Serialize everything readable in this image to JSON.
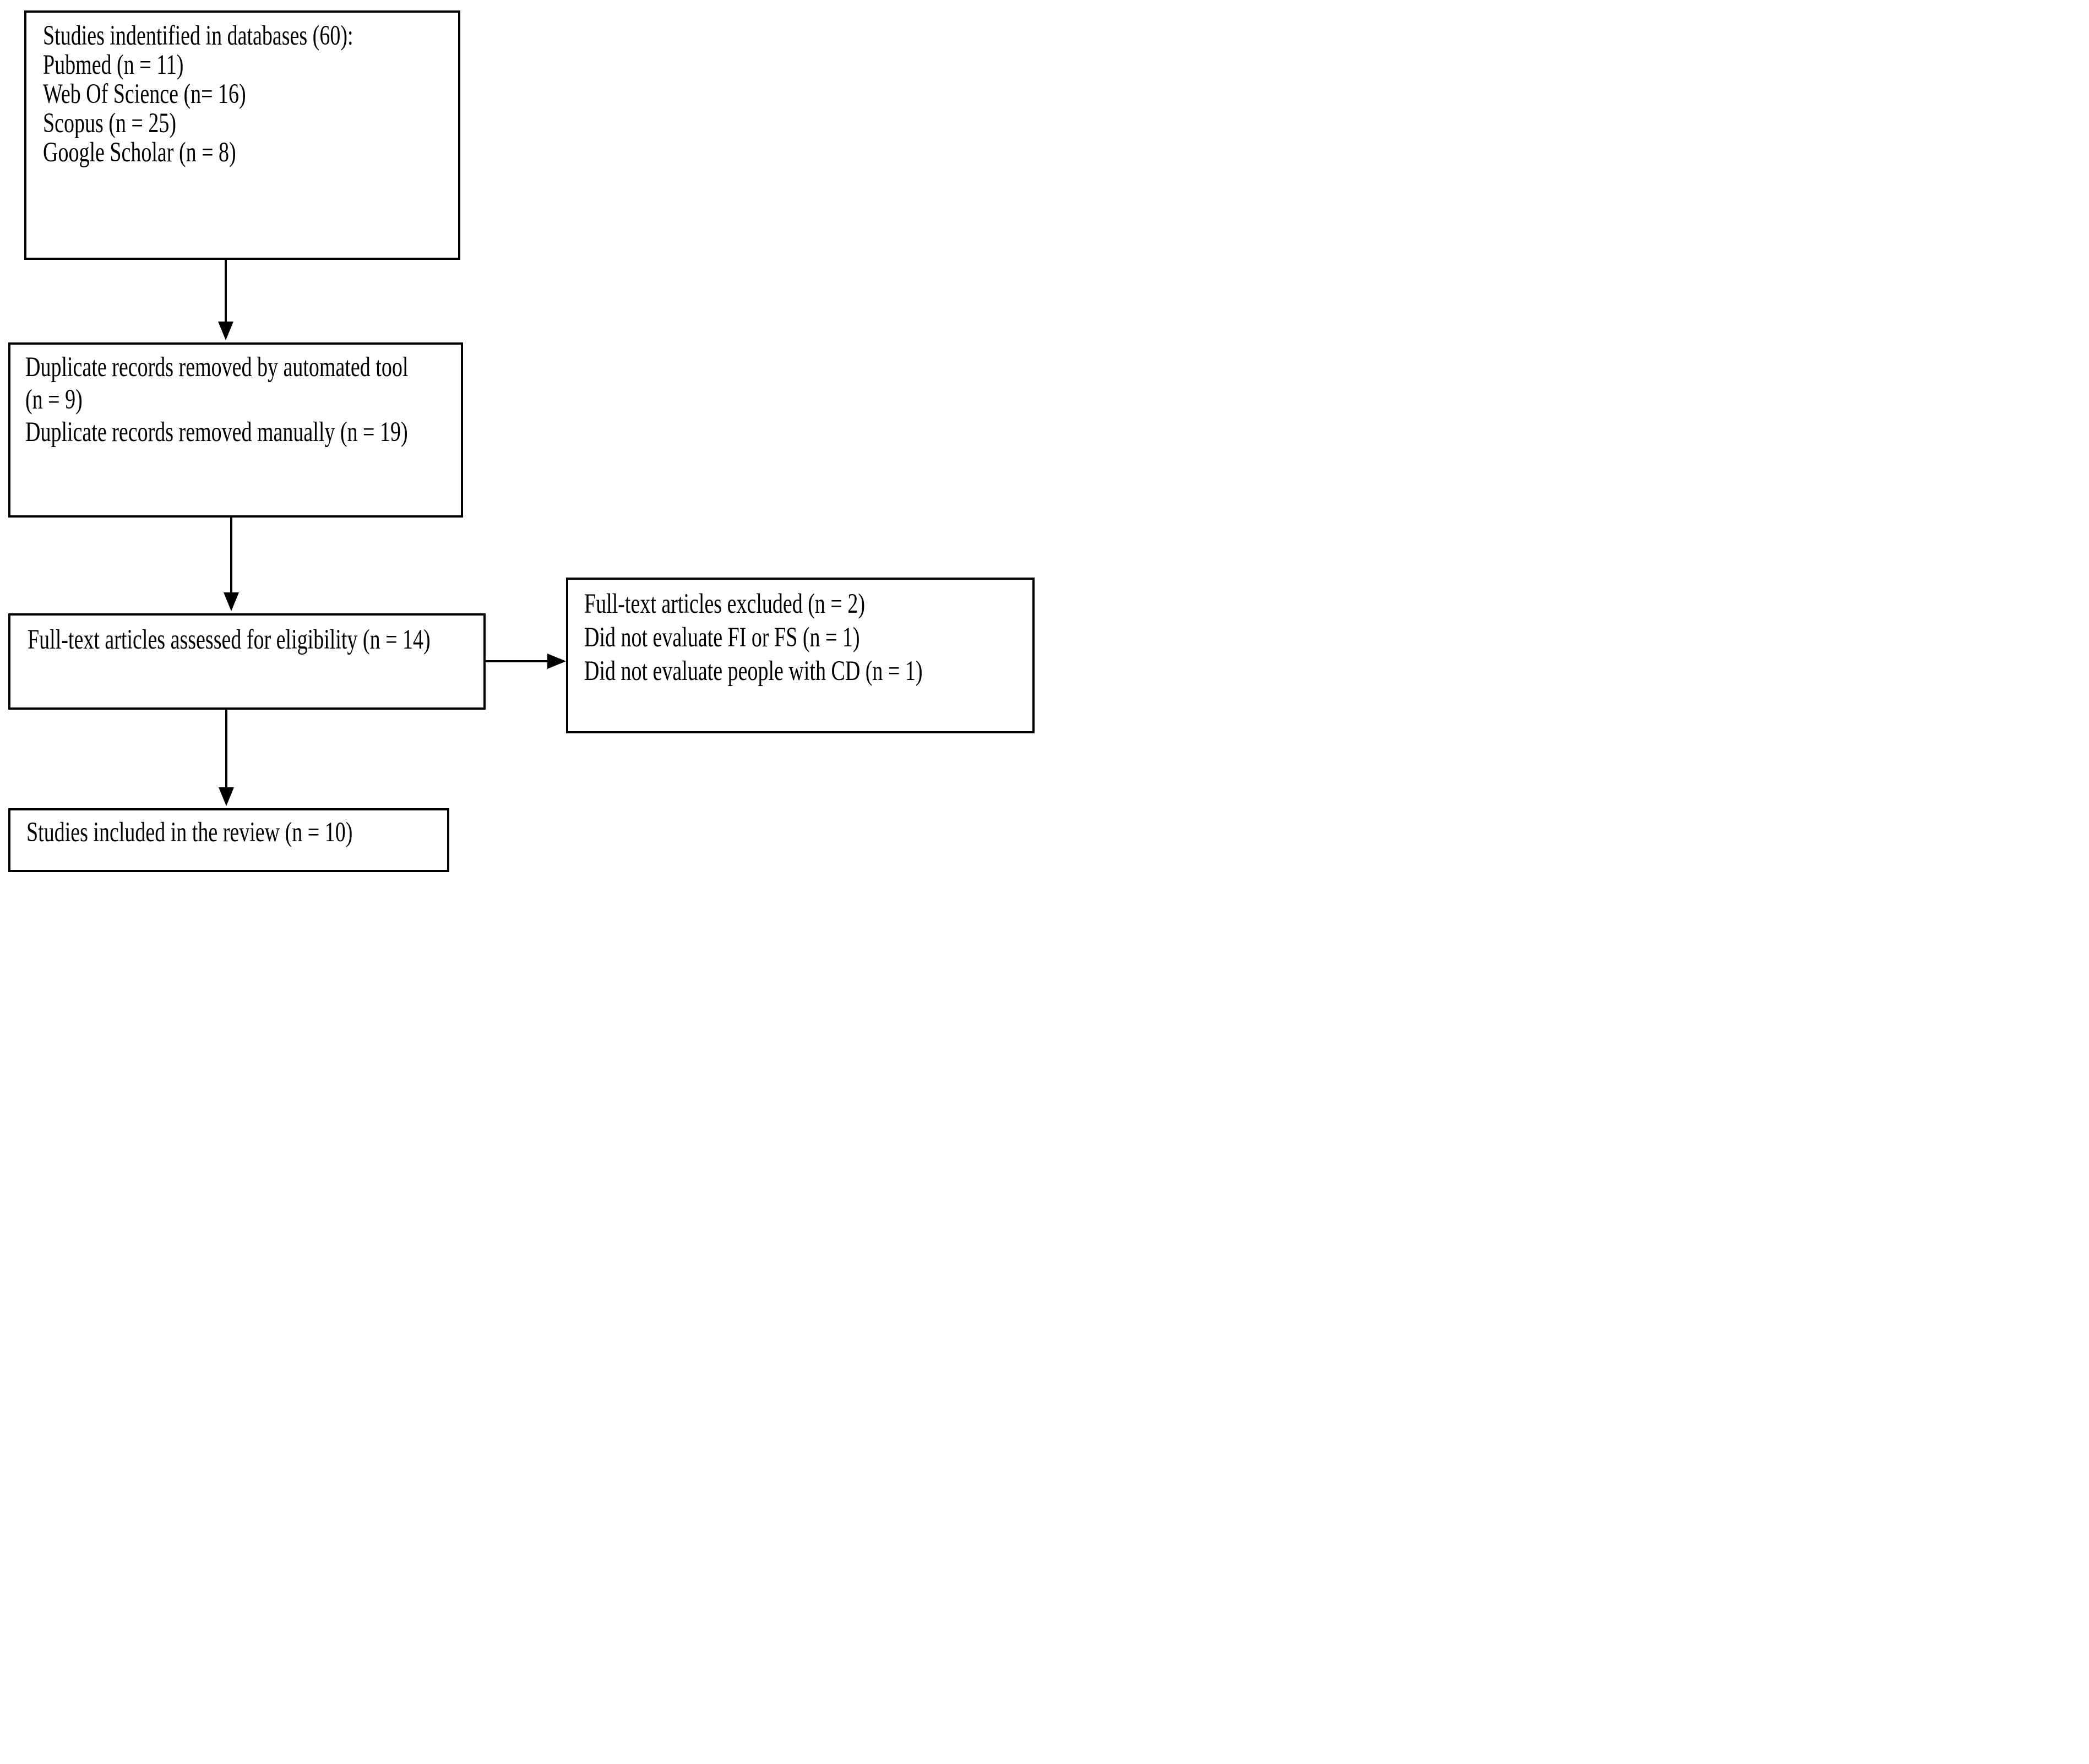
{
  "figure": {
    "type": "flowchart",
    "background_color": "#ffffff",
    "line_color": "#000000",
    "text_color": "#000000",
    "boxes": {
      "identification": {
        "lines": [
          "Studies indentified in databases (60):",
          "Pubmed (n = 11)",
          "Web Of Science (n= 16)",
          "Scopus (n = 25)",
          "Google Scholar (n = 8)"
        ]
      },
      "duplicates_removed": {
        "lines": [
          "Duplicate records removed by automated tool",
          "(n = 9)",
          "Duplicate records removed manually (n = 19)"
        ]
      },
      "eligibility": {
        "lines": [
          "Full-text articles assessed for eligibility (n = 14)"
        ]
      },
      "excluded": {
        "lines": [
          "Full-text articles excluded (n = 2)",
          "Did not evaluate FI or FS (n = 1)",
          "Did not evaluate people with CD (n = 1)"
        ]
      },
      "included": {
        "lines": [
          "Studies included in the review (n = 10)"
        ]
      }
    },
    "connections": [
      {
        "from": "identification",
        "to": "duplicates_removed"
      },
      {
        "from": "duplicates_removed",
        "to": "eligibility"
      },
      {
        "from": "eligibility",
        "to": "excluded"
      },
      {
        "from": "eligibility",
        "to": "included"
      }
    ]
  }
}
